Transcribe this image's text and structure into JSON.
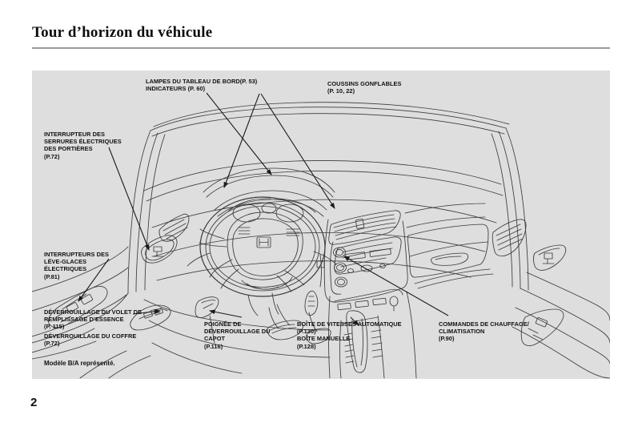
{
  "document": {
    "title": "Tour d’horizon du véhicule",
    "page_number": "2",
    "note": "Modèle B/A représenté."
  },
  "callouts": [
    {
      "id": "lampes",
      "text": "LAMPES DU TABLEAU DE BORD(P. 53)\nINDICATEURS (P. 60)"
    },
    {
      "id": "coussins",
      "text": "COUSSINS GONFLABLES\n(P. 10, 22)"
    },
    {
      "id": "serrures",
      "text": "INTERRUPTEUR DES\nSERRURES ÉLECTRIQUES\nDES PORTIÈRES\n(P.72)"
    },
    {
      "id": "vitres",
      "text": "INTERRUPTEURS DES\nLÈVE-GLACES\nÉLECTRIQUES\n(P.81)"
    },
    {
      "id": "essence",
      "text": "DÉVERROUILLAGE DU VOLET DE\nREMPLISSAGE D’ESSENCE\n(P. 115)"
    },
    {
      "id": "coffre",
      "text": "DÉVERROUILLAGE DU COFFRE\n(P.72)"
    },
    {
      "id": "capot",
      "text": "POIGNÉE DE\nDÉVERROUILLAGE DU\nCAPOT\n(P.116)"
    },
    {
      "id": "boite",
      "text": "BOÎTE DE VITESSES AUTOMATIQUE\n(P.130)\nBOÎTE MANUELLE\n(P.128)"
    },
    {
      "id": "clim",
      "text": "COMMANDES DE CHAUFFAGE/\nCLIMATISATION\n(P.90)"
    }
  ],
  "illustration": {
    "name": "vehicle-interior-dashboard-diagram",
    "background_color": "#dedede",
    "line_color": "#3a3a3a"
  }
}
